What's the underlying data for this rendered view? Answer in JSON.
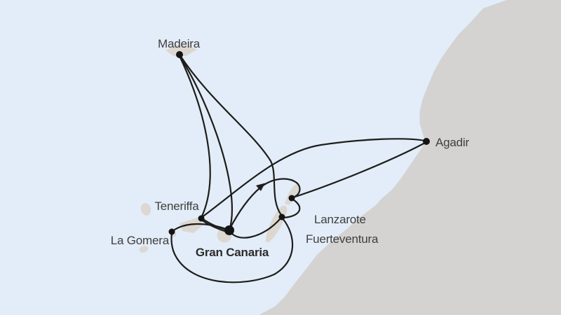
{
  "map": {
    "type": "cruise-route-map",
    "colors": {
      "sea": "#e3edf9",
      "mainland": "#d4d3d1",
      "islands": "#dcd8d1",
      "route_line": "#1d1d1b",
      "port_dot": "#141414",
      "label_text": "#3f3f3f"
    },
    "ports": [
      {
        "id": "madeira",
        "label": "Madeira",
        "emphasis": "normal"
      },
      {
        "id": "agadir",
        "label": "Agadir",
        "emphasis": "normal"
      },
      {
        "id": "teneriffa",
        "label": "Teneriffa",
        "emphasis": "normal"
      },
      {
        "id": "la-gomera",
        "label": "La Gomera",
        "emphasis": "normal"
      },
      {
        "id": "gran-canaria",
        "label": "Gran Canaria",
        "emphasis": "bold"
      },
      {
        "id": "lanzarote",
        "label": "Lanzarote",
        "emphasis": "normal"
      },
      {
        "id": "fuerteventura",
        "label": "Fuerteventura",
        "emphasis": "normal"
      }
    ],
    "routes": [
      {
        "from": "Gran Canaria",
        "to": "Madeira"
      },
      {
        "from": "Teneriffa",
        "to": "Madeira"
      },
      {
        "from": "Madeira",
        "to": "Fuerteventura"
      },
      {
        "from": "Teneriffa",
        "to": "Agadir"
      },
      {
        "from": "Agadir",
        "to": "Lanzarote"
      },
      {
        "from": "Lanzarote",
        "to": "Fuerteventura"
      },
      {
        "from": "Fuerteventura",
        "to": "La Gomera"
      },
      {
        "from": "La Gomera",
        "to": "Gran Canaria"
      },
      {
        "from": "Teneriffa",
        "to": "Gran Canaria"
      },
      {
        "from": "Gran Canaria",
        "to": "Fuerteventura"
      },
      {
        "from": "Gran Canaria",
        "to": "Lanzarote",
        "direction_arrow": true
      }
    ]
  }
}
